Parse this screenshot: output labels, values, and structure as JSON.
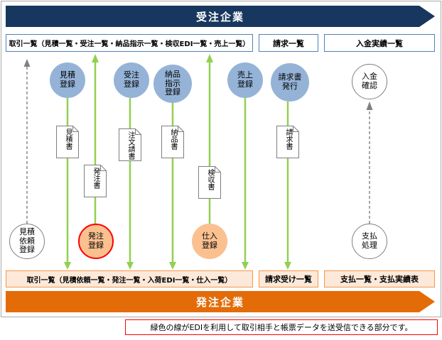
{
  "top_banner": {
    "label": "受注企業"
  },
  "bottom_banner": {
    "label": "発注企業"
  },
  "top_boxes": {
    "transactions": "取引一覧（見積一覧・受注一覧・納品指示一覧・検収EDI一覧・売上一覧）",
    "billing": "請求一覧",
    "deposits": "入金実績一覧"
  },
  "bottom_boxes": {
    "transactions": "取引一覧（見積依頼一覧・発注一覧・入荷EDI一覧・仕入一覧）",
    "billing_received": "請求受け一覧",
    "payments": "支払一覧・支払実績表"
  },
  "nodes": {
    "quote_reg": "見積\n登録",
    "order_recv_reg": "受注\n登録",
    "delivery_inst_reg": "納品\n指示\n登録",
    "sales_reg": "売上\n登録",
    "invoice_issue": "請求書\n発行",
    "deposit_confirm": "入金\n確認",
    "quote_request_reg": "見積\n依頼\n登録",
    "order_reg": "発注\n登録",
    "purchase_reg": "仕入\n登録",
    "payment_proc": "支払\n処理"
  },
  "documents": {
    "quote": "見積書",
    "purchase_order": "発注書",
    "order_ack": "注文請書",
    "delivery_slip": "納品書",
    "inspection_cert": "検収書",
    "invoice": "請求書"
  },
  "note": "緑色の線がEDIを利用して取引相手と帳票データを送受信できる部分です。",
  "colors": {
    "top_banner_bg": "#17375E",
    "bottom_banner_bg": "#E36C09",
    "blue_circle": "#95B3D7",
    "peach_circle": "#FAC090",
    "white_circle_border": "#808080",
    "top_box_border": "#4F81BD",
    "bottom_box_bg": "#FDE9D9",
    "bottom_box_border": "#F79646",
    "edi_green": "#92D050",
    "manual_gray": "#808080",
    "highlight_red": "#FF0000",
    "doc_border": "#7F7F7F",
    "frame_border": "#ABABAB"
  }
}
